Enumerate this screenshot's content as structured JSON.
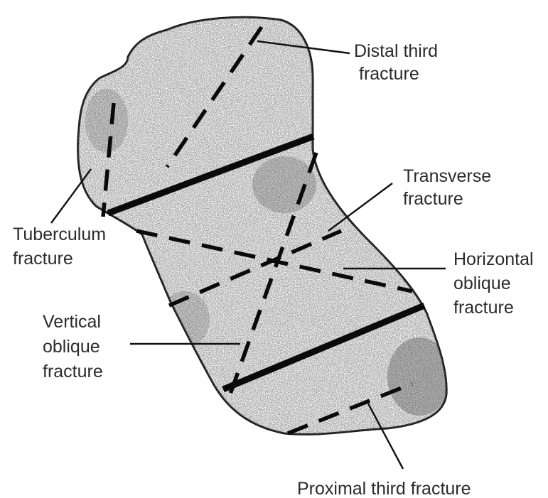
{
  "labels": {
    "distal": [
      "Distal third",
      "fracture"
    ],
    "transverse": [
      "Transverse",
      "fracture"
    ],
    "tuberculum": [
      "Tuberculum",
      "fracture"
    ],
    "horizontal": [
      "Horizontal",
      "oblique",
      "fracture"
    ],
    "vertical": [
      "Vertical",
      "oblique",
      "fracture"
    ],
    "proximal": [
      "Proximal third fracture"
    ]
  },
  "colors": {
    "ink": "#0a0a0a",
    "label_text": "#2b2b2b",
    "background": "#ffffff",
    "bone_fill": "#fafafa",
    "stipple": "#333333"
  }
}
